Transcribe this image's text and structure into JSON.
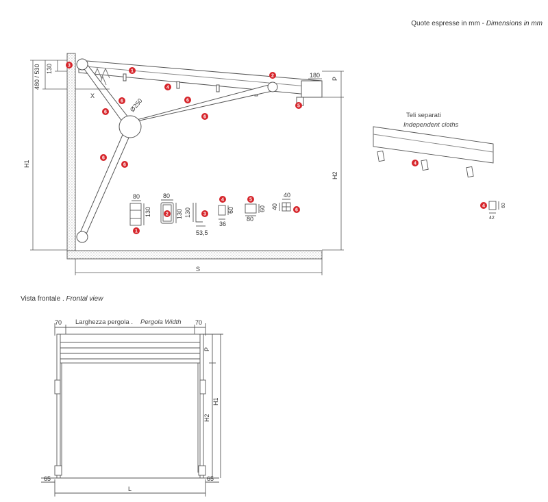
{
  "header": {
    "units_it": "Quote espresse in mm",
    "separator": " - ",
    "units_en": "Dimensions in mm"
  },
  "front_view": {
    "title_it": "Vista frontale . ",
    "title_en": "Frontal view",
    "width_label_it": "Larghezza pergola . ",
    "width_label_en": "Pergola Width",
    "dims": {
      "left_top": "70",
      "right_top": "70",
      "left_bottom": "65",
      "right_bottom": "65",
      "length": "L",
      "p": "P",
      "h1": "H1",
      "h2": "H2"
    }
  },
  "side_view": {
    "dims": {
      "d480_530": "480 / 530",
      "d130": "130",
      "x": "X",
      "diameter": "Ø250",
      "h1": "H1",
      "h2": "H2",
      "p": "P",
      "d180": "180",
      "s": "S"
    },
    "badges": {
      "b1": "1",
      "b2": "2",
      "b3": "3",
      "b4": "4",
      "b5": "5",
      "b6": "6"
    }
  },
  "profiles": {
    "p1": {
      "w": "80",
      "h": "130",
      "badge": "1"
    },
    "p2": {
      "w": "80",
      "h": "130",
      "badge": "2"
    },
    "p3": {
      "h": "130",
      "w": "53,5",
      "badge": "3"
    },
    "p4": {
      "h": "60",
      "w": "36",
      "badge": "4"
    },
    "p5": {
      "h": "60",
      "w": "80",
      "badge": "5"
    },
    "p6": {
      "h": "40",
      "w": "40",
      "badge": "6"
    }
  },
  "cloths": {
    "title_it": "Teli separati",
    "title_en": "Independent cloths",
    "badge": "4"
  },
  "detail4": {
    "badge": "4",
    "h": "60",
    "w": "42"
  },
  "colors": {
    "badge": "#d6252b",
    "line": "#555555",
    "hatch": "#999999"
  }
}
